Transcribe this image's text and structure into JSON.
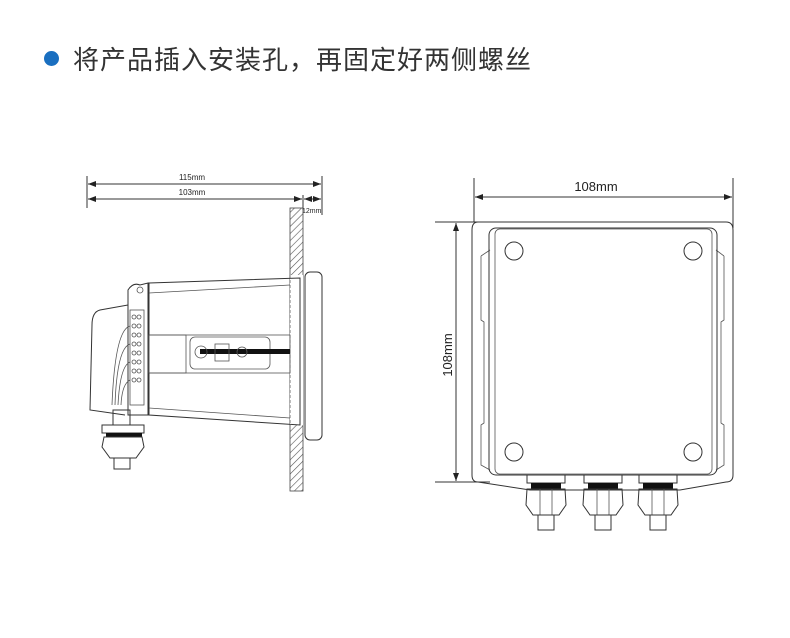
{
  "title": {
    "text": "将产品插入安装孔，再固定好两侧螺丝",
    "bullet_color": "#1a6fc0"
  },
  "side_view": {
    "dim_overall": "115mm",
    "dim_body": "103mm",
    "dim_bezel": "12mm"
  },
  "front_view": {
    "dim_width": "108mm",
    "dim_height": "108mm"
  }
}
